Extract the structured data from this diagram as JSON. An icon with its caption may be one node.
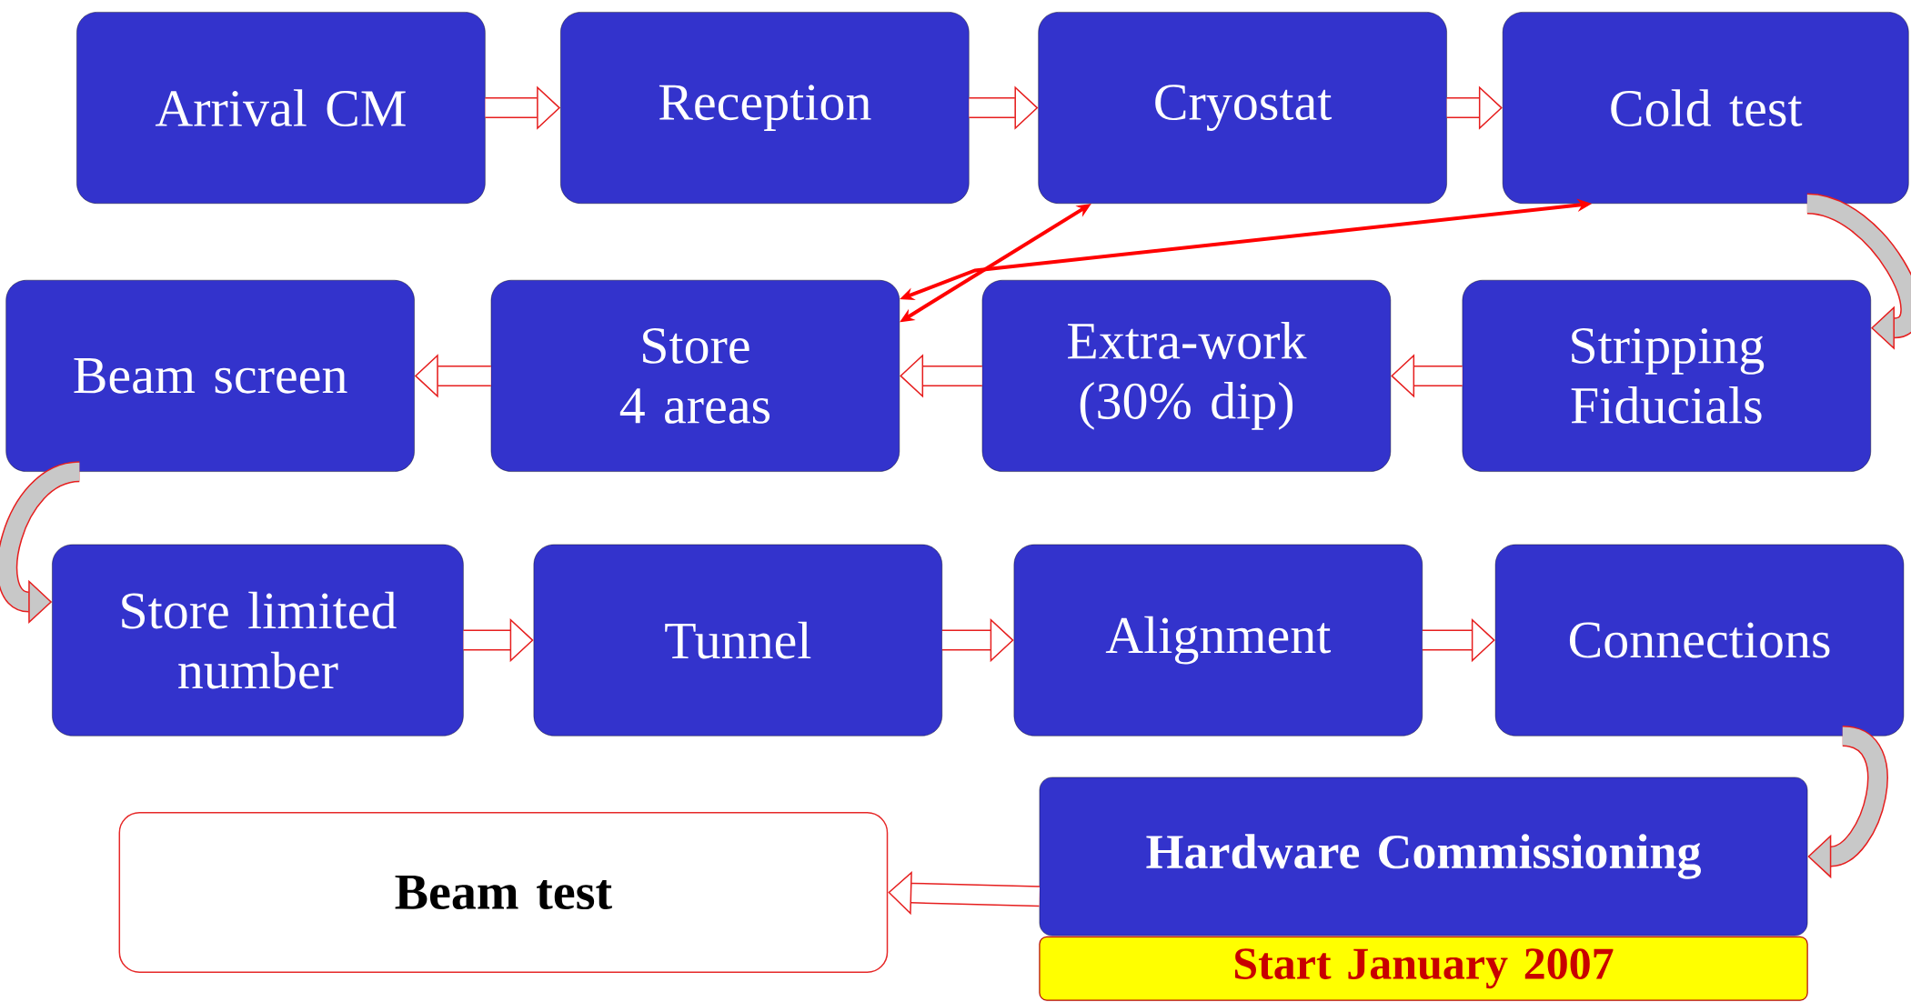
{
  "diagram": {
    "nodes": [
      {
        "text": [
          "Arrival CM"
        ]
      },
      {
        "text": [
          "Reception"
        ]
      },
      {
        "text": [
          "Cryostat"
        ]
      },
      {
        "text": [
          "Cold test"
        ]
      },
      {
        "text": [
          "Beam screen"
        ]
      },
      {
        "text": [
          "Store 4 areas"
        ]
      },
      {
        "text": [
          "Extra-work (30% dip)"
        ]
      },
      {
        "text": [
          "Stripping Fiducials"
        ]
      },
      {
        "text": [
          "Store limited number"
        ]
      },
      {
        "text": [
          "Tunnel"
        ]
      },
      {
        "text": [
          "Alignment"
        ]
      },
      {
        "text": [
          "Connections"
        ]
      },
      {
        "text": [
          "Beam test"
        ]
      },
      {
        "text": [
          "Hardware Commissioning"
        ]
      },
      {
        "text": [
          "Start January 2007"
        ]
      }
    ],
    "edges": [
      {
        "from": 0,
        "to": 1,
        "arrow": "to"
      },
      {
        "from": 1,
        "to": 2,
        "arrow": "to"
      },
      {
        "from": 2,
        "to": 3,
        "arrow": "to"
      },
      {
        "from": 3,
        "to": 7,
        "arrow": "to"
      },
      {
        "from": 7,
        "to": 6,
        "arrow": "to"
      },
      {
        "from": 6,
        "to": 5,
        "arrow": "to"
      },
      {
        "from": 5,
        "to": 4,
        "arrow": "to"
      },
      {
        "from": 4,
        "to": 8,
        "arrow": "to"
      },
      {
        "from": 8,
        "to": 9,
        "arrow": "to"
      },
      {
        "from": 9,
        "to": 10,
        "arrow": "to"
      },
      {
        "from": 10,
        "to": 11,
        "arrow": "to"
      },
      {
        "from": 11,
        "to": 13,
        "arrow": "to"
      },
      {
        "from": 13,
        "to": 12,
        "arrow": "to"
      },
      {
        "from": 5,
        "to": 2,
        "arrow": "both",
        "color": "#ff0000"
      },
      {
        "from": 5,
        "to": 3,
        "arrow": "both",
        "color": "#ff0000"
      }
    ]
  }
}
